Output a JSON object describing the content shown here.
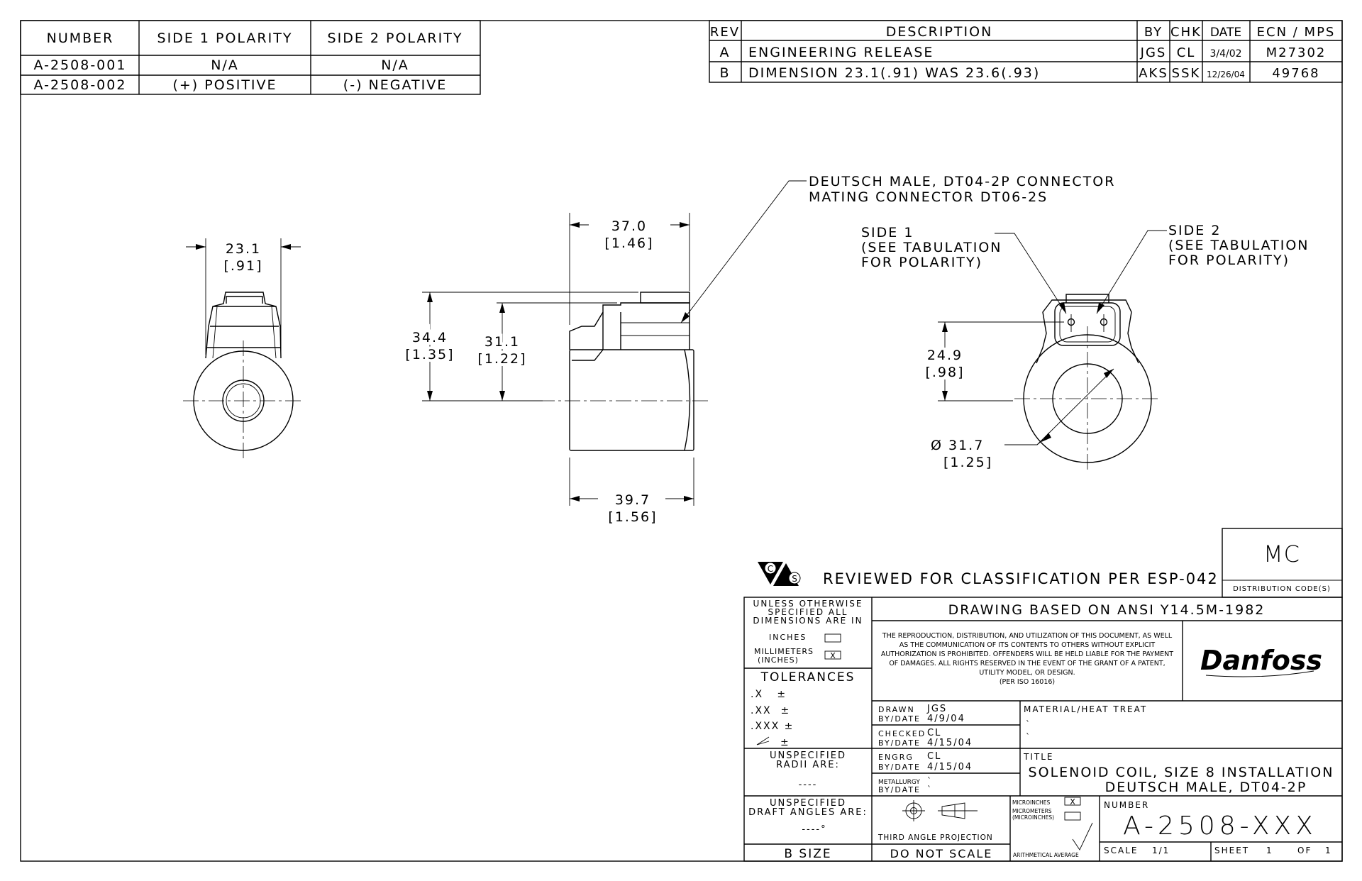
{
  "polarity_table": {
    "headers": [
      "NUMBER",
      "SIDE 1 POLARITY",
      "SIDE 2 POLARITY"
    ],
    "rows": [
      [
        "A-2508-001",
        "N/A",
        "N/A"
      ],
      [
        "A-2508-002",
        "(+) POSITIVE",
        "(-) NEGATIVE"
      ]
    ]
  },
  "revision_table": {
    "headers": [
      "REV",
      "DESCRIPTION",
      "BY",
      "CHK",
      "DATE",
      "ECN / MPS"
    ],
    "rows": [
      [
        "A",
        "ENGINEERING RELEASE",
        "JGS",
        "CL",
        "3/4/02",
        "M27302"
      ],
      [
        "B",
        "DIMENSION 23.1(.91) WAS 23.6(.93)",
        "AKS",
        "SSK",
        "12/26/04",
        "49768"
      ]
    ]
  },
  "callouts": {
    "connector_line1": "DEUTSCH MALE, DT04-2P CONNECTOR",
    "connector_line2": "MATING CONNECTOR DT06-2S",
    "side1_line1": "SIDE 1",
    "side1_line2": "(SEE TABULATION",
    "side1_line3": "FOR POLARITY)",
    "side2_line1": "SIDE 2",
    "side2_line2": "(SEE TABULATION",
    "side2_line3": "FOR POLARITY)"
  },
  "dimensions": {
    "width_front": "23.1",
    "width_front_in": "[.91]",
    "top_width": "37.0",
    "top_width_in": "[1.46]",
    "height_overall": "34.4",
    "height_overall_in": "[1.35]",
    "height_body": "31.1",
    "height_body_in": "[1.22]",
    "bottom_width": "39.7",
    "bottom_width_in": "[1.56]",
    "connector_height": "24.9",
    "connector_height_in": "[.98]",
    "diameter": "Ø 31.7",
    "diameter_in": "[1.25]"
  },
  "title_block": {
    "distribution_code": "MC",
    "distribution_label": "DISTRIBUTION CODE(S)",
    "cs_mark_c": "C",
    "cs_mark_s": "S",
    "reviewed": "REVIEWED FOR CLASSIFICATION PER ESP-042",
    "ansi": "DRAWING BASED ON ANSI Y14.5M-1982",
    "unless_l1": "UNLESS OTHERWISE",
    "unless_l2": "SPECIFIED ALL",
    "unless_l3": "DIMENSIONS ARE IN",
    "inches": "INCHES",
    "millimeters": "MILLIMETERS",
    "inches_paren": "(INCHES)",
    "checked_mark": "X",
    "tolerances": "TOLERANCES",
    "tol_x": ".X   ±",
    "tol_xx": ".XX  ±",
    "tol_xxx": ".XXX ±",
    "tol_angle": "±",
    "radii_l1": "UNSPECIFIED",
    "radii_l2": "RADII ARE:",
    "radii_value": "----",
    "draft_l1": "UNSPECIFIED",
    "draft_l2": "DRAFT ANGLES ARE:",
    "draft_value": "----°",
    "size": "B SIZE",
    "notice": [
      "THE REPRODUCTION, DISTRIBUTION, AND UTILIZATION OF THIS DOCUMENT, AS WELL",
      "AS THE COMMUNICATION OF ITS CONTENTS TO OTHERS WITHOUT EXPLICIT",
      "AUTHORIZATION IS PROHIBITED. OFFENDERS WILL BE HELD LIABLE FOR THE PAYMENT",
      "OF DAMAGES.  ALL RIGHTS RESERVED IN THE EVENT OF THE GRANT OF A PATENT,",
      "UTILITY MODEL, OR DESIGN.",
      "(PER ISO 16016)"
    ],
    "logo": "Danfoss",
    "drawn_label": "DRAWN",
    "drawn_by": "JGS",
    "drawn_bydate_label": "BY/DATE",
    "drawn_date": "4/9/04",
    "checked_label": "CHECKED",
    "checked_by": "CL",
    "checked_bydate_label": "BY/DATE",
    "checked_date": "4/15/04",
    "engrg_label": "ENGRG",
    "engrg_by": "CL",
    "engrg_bydate_label": "BY/DATE",
    "engrg_date": "4/15/04",
    "metallurgy_label": "METALLURGY",
    "metallurgy_bydate_label": "BY/DATE",
    "metallurgy_value": "`",
    "metallurgy_date": "`",
    "material_label": "MATERIAL/HEAT TREAT",
    "material_line1": "`",
    "material_line2": "`",
    "title_label": "TITLE",
    "title_line1": "SOLENOID COIL, SIZE 8 INSTALLATION",
    "title_line2": "DEUTSCH MALE, DT04-2P",
    "projection": "THIRD ANGLE PROJECTION",
    "do_not_scale": "DO NOT SCALE",
    "microinches": "MICROINCHES",
    "micrometers": "MICROMETERS",
    "micro_paren": "(MICROINCHES)",
    "arith": "ARITHMETICAL AVERAGE",
    "number_label": "NUMBER",
    "number_value": "A-2508-XXX",
    "scale_label": "SCALE",
    "scale_value": "1/1",
    "sheet_label": "SHEET",
    "sheet_value": "1",
    "of_label": "OF",
    "of_value": "1"
  }
}
